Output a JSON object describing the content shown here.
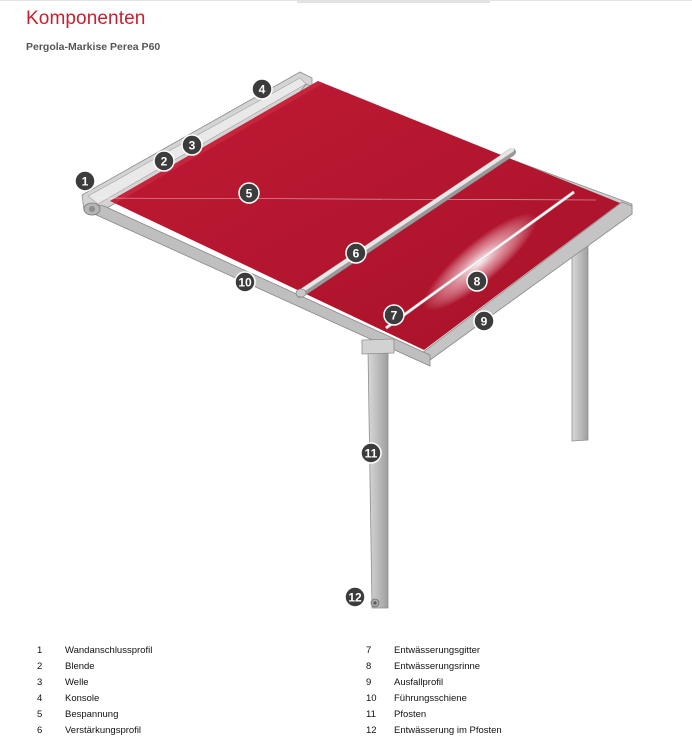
{
  "header": {
    "title": "Komponenten",
    "subtitle": "Pergola-Markise Perea P60"
  },
  "colors": {
    "title": "#c8202f",
    "fabric": "#b8152f",
    "frame": "#c9c9c9",
    "badge": "#3c3c3c"
  },
  "callouts": [
    "1",
    "2",
    "3",
    "4",
    "5",
    "6",
    "7",
    "8",
    "9",
    "10",
    "11",
    "12"
  ],
  "legend": {
    "left": [
      {
        "number": "1",
        "label": "Wandanschlussprofil"
      },
      {
        "number": "2",
        "label": "Blende"
      },
      {
        "number": "3",
        "label": "Welle"
      },
      {
        "number": "4",
        "label": "Konsole"
      },
      {
        "number": "5",
        "label": "Bespannung"
      },
      {
        "number": "6",
        "label": "Verstärkungsprofil"
      }
    ],
    "right": [
      {
        "number": "7",
        "label": "Entwässerungsgitter"
      },
      {
        "number": "8",
        "label": "Entwässerungsrinne"
      },
      {
        "number": "9",
        "label": "Ausfallprofil"
      },
      {
        "number": "10",
        "label": "Führungsschiene"
      },
      {
        "number": "11",
        "label": "Pfosten"
      },
      {
        "number": "12",
        "label": "Entwässerung im Pfosten"
      }
    ]
  }
}
